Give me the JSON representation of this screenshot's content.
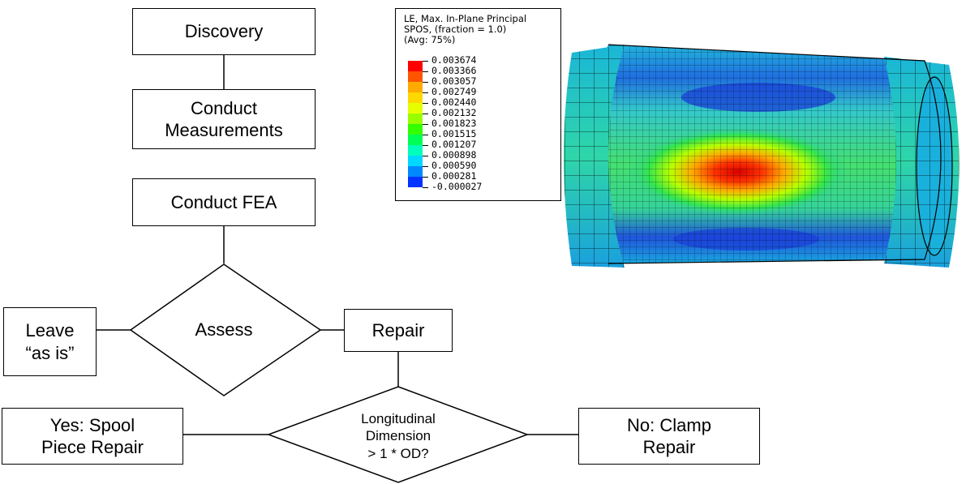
{
  "flowchart": {
    "discovery": "Discovery",
    "conduct_measurements": "Conduct\nMeasurements",
    "conduct_fea": "Conduct FEA",
    "assess": "Assess",
    "leave_as_is": "Leave\n“as is”",
    "repair": "Repair",
    "longitudinal_decision": "Longitudinal\nDimension\n> 1 * OD?",
    "yes_branch": "Yes: Spool\nPiece Repair",
    "no_branch": "No: Clamp\nRepair"
  },
  "fea_legend": {
    "title_lines": [
      "LE, Max. In-Plane Principal",
      "SPOS, (fraction = 1.0)",
      "(Avg: 75%)"
    ],
    "values": [
      "0.003674",
      "0.003366",
      "0.003057",
      "0.002749",
      "0.002440",
      "0.002132",
      "0.001823",
      "0.001515",
      "0.001207",
      "0.000898",
      "0.000590",
      "0.000281",
      "-0.000027"
    ],
    "colors": [
      "#ff0000",
      "#ff5500",
      "#ffaa00",
      "#ffd800",
      "#e6ff00",
      "#99ff00",
      "#33ff00",
      "#00ff55",
      "#00ffbb",
      "#00d8ff",
      "#0088ff",
      "#0033ff",
      "#0000cc"
    ]
  }
}
